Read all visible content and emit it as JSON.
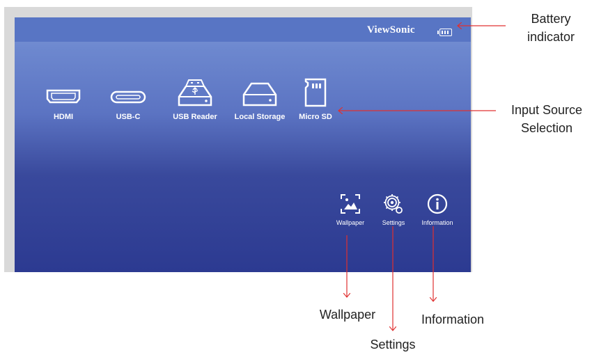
{
  "device": {
    "brand": "ViewSonic",
    "battery_icon": "battery-icon"
  },
  "sources": [
    {
      "label": "HDMI",
      "icon": "hdmi-icon"
    },
    {
      "label": "USB-C",
      "icon": "usb-c-icon"
    },
    {
      "label": "USB Reader",
      "icon": "usb-reader-icon"
    },
    {
      "label": "Local Storage",
      "icon": "local-storage-icon"
    },
    {
      "label": "Micro SD",
      "icon": "micro-sd-icon"
    }
  ],
  "tools": [
    {
      "label": "Wallpaper",
      "icon": "wallpaper-icon"
    },
    {
      "label": "Settings",
      "icon": "settings-gear-icon"
    },
    {
      "label": "Information",
      "icon": "information-icon"
    }
  ],
  "callouts": {
    "battery_line1": "Battery",
    "battery_line2": "indicator",
    "input_line1": "Input Source",
    "input_line2": "Selection",
    "wallpaper": "Wallpaper",
    "settings": "Settings",
    "information": "Information"
  },
  "colors": {
    "annotation_arrow": "#e03030",
    "screen_top": "#8099d6",
    "screen_bottom": "#2c3a91"
  }
}
